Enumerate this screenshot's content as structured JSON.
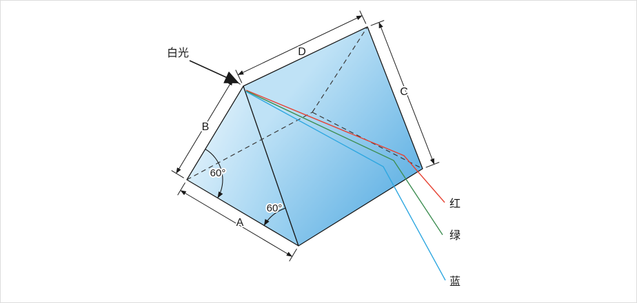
{
  "canvas": {
    "background": "#ffffff",
    "border": "#dcdcdc"
  },
  "labels": {
    "white_light": "白光",
    "dim_d": "D",
    "dim_c": "C",
    "dim_b": "B",
    "dim_a": "A",
    "angle_left": "60°",
    "angle_bottom": "60°",
    "red": "红",
    "green": "绿",
    "blue": "蓝"
  },
  "colors": {
    "outline": "#1a1a1a",
    "dashed": "#3a3a3a",
    "text": "#1a1a1a",
    "ray_red": "#e64334",
    "ray_green": "#3e8e52",
    "ray_blue": "#2ea7e0",
    "prism_front_light": "#e0f1fb",
    "prism_front_dark": "#93cdef",
    "prism_right_light": "#bfe2f6",
    "prism_right_dark": "#62b2e4"
  }
}
